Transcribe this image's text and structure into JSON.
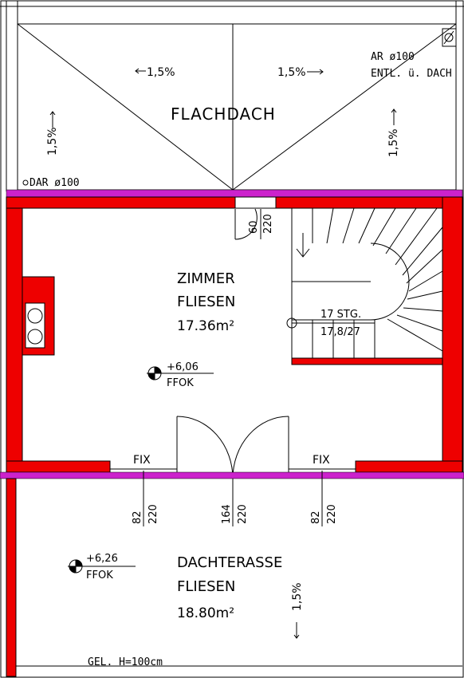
{
  "roof": {
    "title": "FLACHDACH",
    "slope_left": "1,5%",
    "slope_right": "1,5%",
    "slope_vertical_left": "1,5%",
    "slope_vertical_right": "1,5%",
    "drain_label": "DAR ø100",
    "vent_line1": "AR ø100",
    "vent_line2": "ENTL. ü. DACH"
  },
  "door_top": {
    "width": "60",
    "height": "220"
  },
  "room": {
    "name": "ZIMMER",
    "floor": "FLIESEN",
    "area": "17.36m²",
    "level": "+6,06",
    "level_ref": "FFOK"
  },
  "stair": {
    "line1": "17 STG.",
    "line2": "17,8/27"
  },
  "openings": {
    "fix_left": "FIX",
    "fix_right": "FIX",
    "left": {
      "width": "82",
      "height": "220"
    },
    "center": {
      "width": "164",
      "height": "220"
    },
    "right": {
      "width": "82",
      "height": "220"
    }
  },
  "terrace": {
    "name": "DACHTERASSE",
    "floor": "FLIESEN",
    "area": "18.80m²",
    "level": "+6,26",
    "level_ref": "FFOK",
    "slope": "1,5%",
    "railing": "GEL. H=100cm"
  },
  "colors": {
    "wall": "#ee0000",
    "roof_edge": "#cc22cc",
    "window_sill": "#ff99ff"
  }
}
